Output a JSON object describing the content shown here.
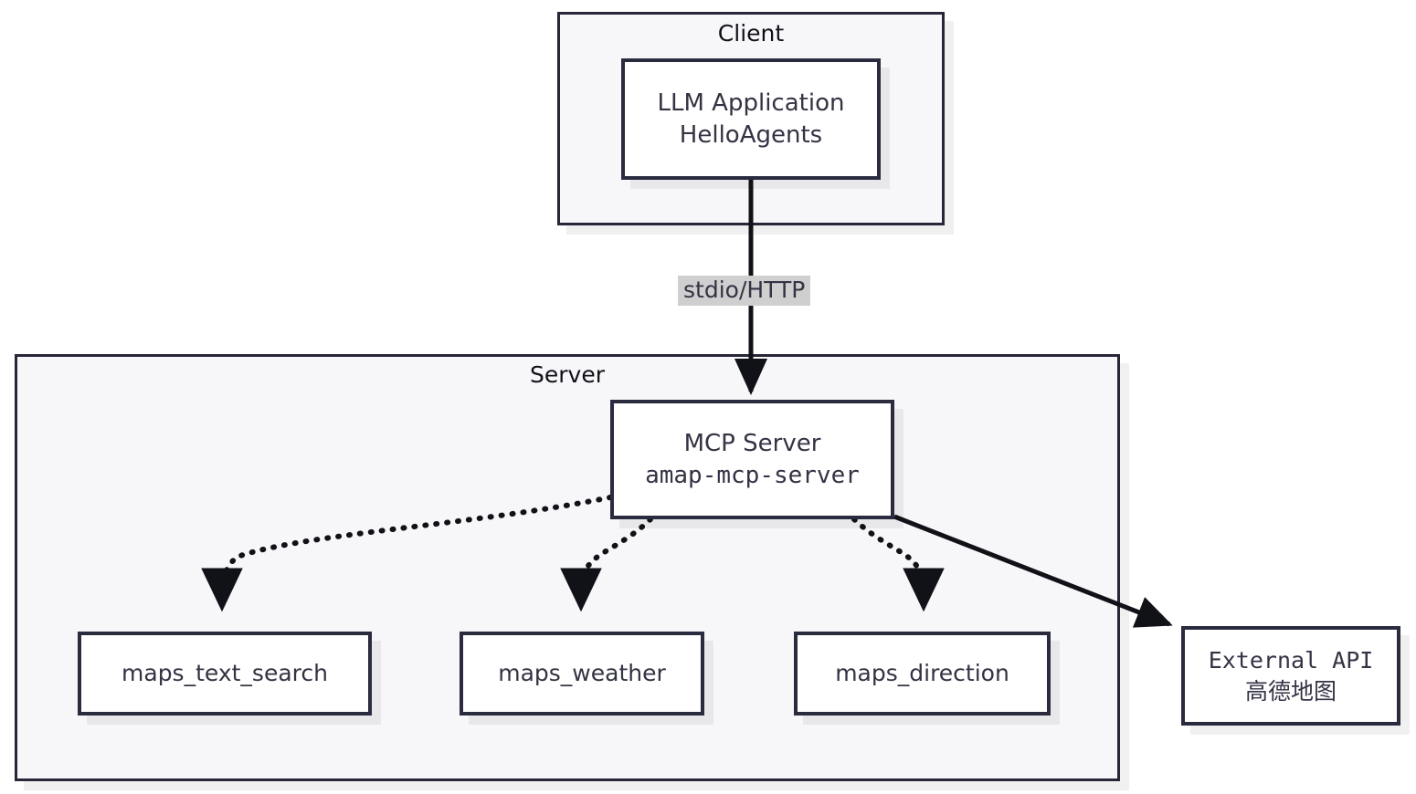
{
  "diagram": {
    "title": "MCP Client-Server architecture with amap map tools",
    "type": "flowchart",
    "direction": "top-down",
    "colors": {
      "node_border": "#2b2b40",
      "node_fill": "#ffffff",
      "cluster_border": "#272738",
      "cluster_fill": "#f7f7fa",
      "text": "#333344",
      "edge": "#111118",
      "edge_label_bg": "#cfcfcf",
      "page_bg": "#ffffff"
    }
  },
  "clusters": [
    {
      "id": "client",
      "label": "Client"
    },
    {
      "id": "server",
      "label": "Server"
    }
  ],
  "nodes": [
    {
      "id": "llm_application",
      "cluster": "client",
      "line1": "LLM Application",
      "line2": "HelloAgents",
      "line1_font": "sans",
      "line2_font": "sans"
    },
    {
      "id": "mcp_server",
      "cluster": "server",
      "line1": "MCP Server",
      "line2": "amap-mcp-server",
      "line1_font": "sans",
      "line2_font": "mono"
    },
    {
      "id": "maps_text_search",
      "cluster": "server",
      "line1": "maps_text_search",
      "line1_font": "sans"
    },
    {
      "id": "maps_weather",
      "cluster": "server",
      "line1": "maps_weather",
      "line1_font": "sans"
    },
    {
      "id": "maps_direction",
      "cluster": "server",
      "line1": "maps_direction",
      "line1_font": "sans"
    },
    {
      "id": "external_api",
      "cluster": null,
      "line1": "External API",
      "line2": "高德地图",
      "line1_font": "mono",
      "line2_font": "sans"
    }
  ],
  "edges": [
    {
      "id": "llm-to-mcp",
      "from": "llm_application",
      "to": "mcp_server",
      "style": "solid",
      "arrow": true,
      "label": "stdio/HTTP"
    },
    {
      "id": "mcp-to-text-search",
      "from": "mcp_server",
      "to": "maps_text_search",
      "style": "dotted",
      "arrow": true,
      "label": ""
    },
    {
      "id": "mcp-to-weather",
      "from": "mcp_server",
      "to": "maps_weather",
      "style": "dotted",
      "arrow": true,
      "label": ""
    },
    {
      "id": "mcp-to-direction",
      "from": "mcp_server",
      "to": "maps_direction",
      "style": "dotted",
      "arrow": true,
      "label": ""
    },
    {
      "id": "mcp-to-external",
      "from": "mcp_server",
      "to": "external_api",
      "style": "solid",
      "arrow": true,
      "label": ""
    }
  ]
}
